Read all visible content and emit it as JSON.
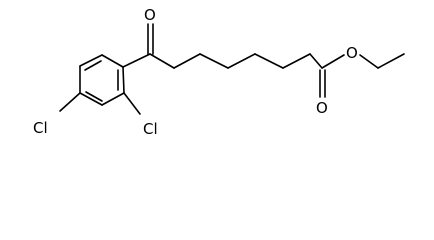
{
  "molecule": {
    "atoms": {
      "ketone_oxygen": "O",
      "ester_carbonyl_oxygen": "O",
      "ester_ether_oxygen": "O",
      "chlorine_para": "Cl",
      "chlorine_ortho": "Cl"
    }
  }
}
